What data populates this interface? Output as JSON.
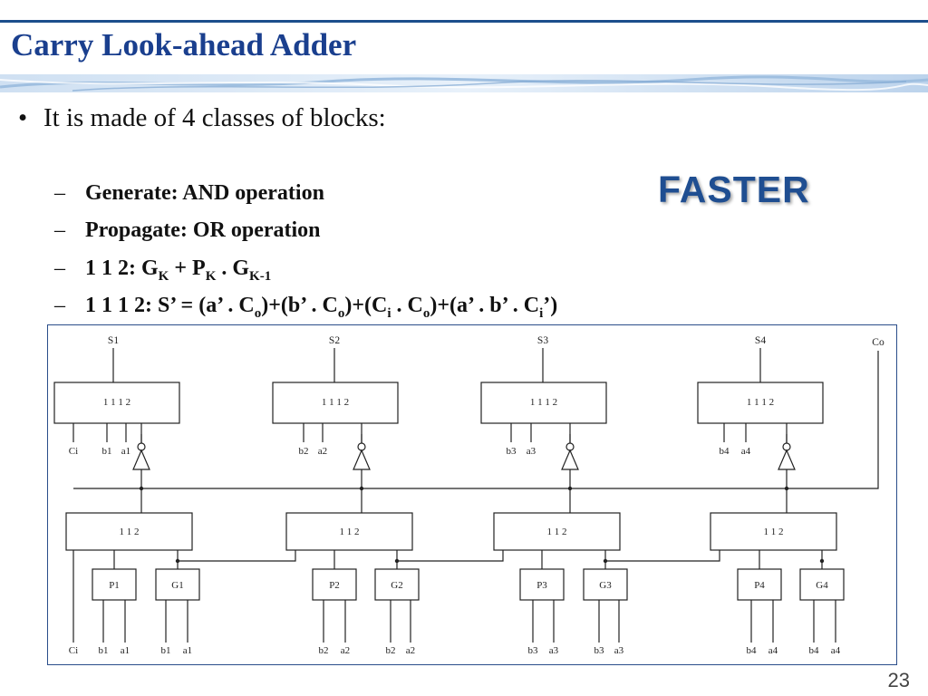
{
  "slide": {
    "title": "Carry Look-ahead Adder",
    "bullet": "It is made of 4 classes of blocks:",
    "items": [
      {
        "dash": "–",
        "text": "Generate: AND operation"
      },
      {
        "dash": "–",
        "text": "Propagate: OR operation"
      },
      {
        "dash": "–",
        "p1": "1 1 2: G",
        "s1": "K",
        "p2": " + P",
        "s2": "K",
        "p3": " . G",
        "s3": "K-1"
      },
      {
        "dash": "–",
        "p1": "1 1 1 2: S’ = (a’ . C",
        "s1": "o",
        "p2": ")+(b’ . C",
        "s2": "o",
        "p3": ")+(C",
        "s3": "i",
        "p4": " . C",
        "s4": "o",
        "p5": ")+(a’ . b’ . C",
        "s5": "i",
        "p6": "’)"
      }
    ],
    "callout": "FASTER",
    "page_number": "23"
  },
  "diagram": {
    "sum_outputs": [
      "S1",
      "S2",
      "S3",
      "S4"
    ],
    "carry_out": "Co",
    "sum_block_label": "1 1 1 2",
    "carry_block_label": "1 1 2",
    "sum_inputs": [
      [
        "Ci",
        "b1",
        "a1"
      ],
      [
        "b2",
        "a2"
      ],
      [
        "b3",
        "a3"
      ],
      [
        "b4",
        "a4"
      ]
    ],
    "propagate_blocks": [
      "P1",
      "P2",
      "P3",
      "P4"
    ],
    "generate_blocks": [
      "G1",
      "G2",
      "G3",
      "G4"
    ],
    "bottom_inputs": [
      [
        "Ci",
        "b1",
        "a1",
        "b1",
        "a1"
      ],
      [
        "b2",
        "a2",
        "b2",
        "a2"
      ],
      [
        "b3",
        "a3",
        "b3",
        "a3"
      ],
      [
        "b4",
        "a4",
        "b4",
        "a4"
      ]
    ]
  }
}
